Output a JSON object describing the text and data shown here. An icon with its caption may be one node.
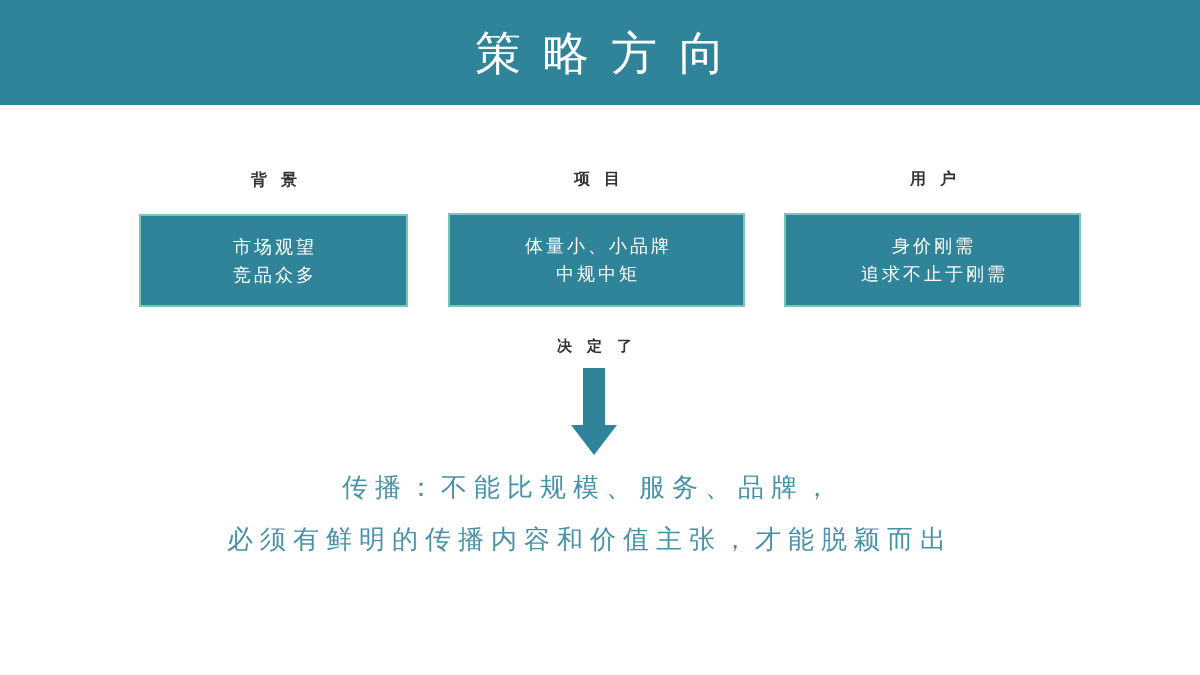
{
  "diagram": {
    "title": "策略方向",
    "nodes": [
      {
        "text": [
          "背景",
          "市场观望",
          "竞品众多"
        ]
      },
      {
        "text": [
          "项目",
          "体量小、小品牌",
          "中规中矩"
        ]
      },
      {
        "text": [
          "用户",
          "身价刚需",
          "追求不止于刚需"
        ]
      },
      {
        "text": [
          "传播：不能比规模、服务、品牌，",
          "必须有鲜明的传播内容和价值主张，才能脱颖而出"
        ]
      }
    ],
    "edges": [
      {
        "from": null,
        "to": 3,
        "arrow": "to"
      }
    ],
    "labels": [
      "决定了"
    ]
  }
}
